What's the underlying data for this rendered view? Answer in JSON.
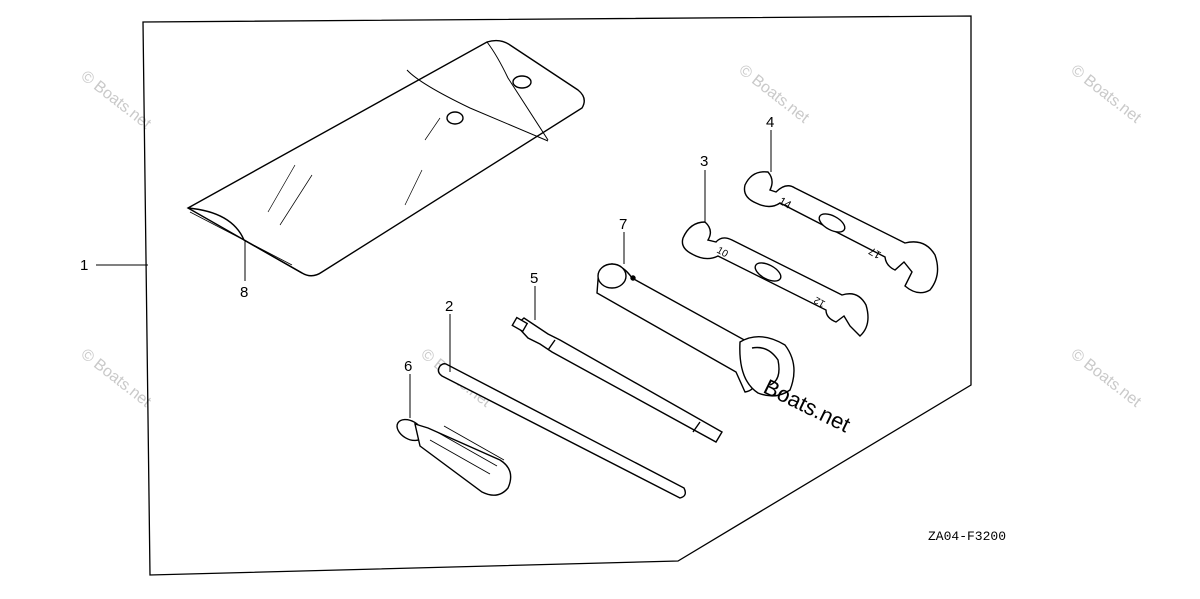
{
  "callouts": {
    "c1": "1",
    "c2": "2",
    "c3": "3",
    "c4": "4",
    "c5": "5",
    "c6": "6",
    "c7": "7",
    "c8": "8"
  },
  "diagram_code": "ZA04-F3200",
  "watermark": "© Boats.net",
  "center_watermark": "Boats.net",
  "wrench_marks": {
    "w3_small": "10",
    "w3_large": "12",
    "w4_small": "14",
    "w4_large": "17"
  }
}
